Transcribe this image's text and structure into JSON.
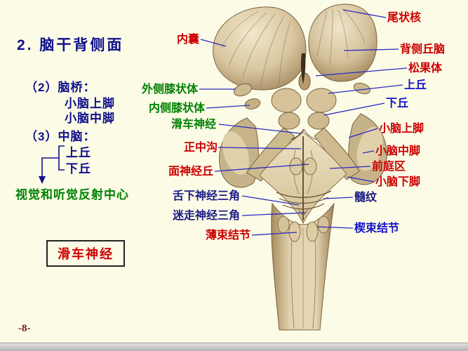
{
  "slide": {
    "title": "2. 脑干背侧面",
    "page_number": "-8-"
  },
  "outline": {
    "pons_heading": "（2）脑桥：",
    "pons_items": [
      "小脑上脚",
      "小脑中脚"
    ],
    "midbrain_heading": "（3）中脑：",
    "midbrain_items": [
      "上丘",
      "下丘"
    ],
    "reflex_center": "视觉和听觉反射中心",
    "boxed_label": "滑车神经"
  },
  "figure_labels": {
    "left": [
      {
        "text": "内囊",
        "color": "red"
      },
      {
        "text": "外侧膝状体",
        "color": "green"
      },
      {
        "text": "内侧膝状体",
        "color": "green"
      },
      {
        "text": "滑车神经",
        "color": "green"
      },
      {
        "text": "正中沟",
        "color": "red"
      },
      {
        "text": "面神经丘",
        "color": "red"
      },
      {
        "text": "舌下神经三角",
        "color": "navy"
      },
      {
        "text": "迷走神经三角",
        "color": "navy"
      },
      {
        "text": "薄束结节",
        "color": "red"
      }
    ],
    "right": [
      {
        "text": "尾状核",
        "color": "red"
      },
      {
        "text": "背侧丘脑",
        "color": "red"
      },
      {
        "text": "松果体",
        "color": "red"
      },
      {
        "text": "上丘",
        "color": "blue"
      },
      {
        "text": "下丘",
        "color": "blue"
      },
      {
        "text": "小脑上脚",
        "color": "red"
      },
      {
        "text": "小脑中脚",
        "color": "red"
      },
      {
        "text": "前庭区",
        "color": "red"
      },
      {
        "text": "小脑下脚",
        "color": "red"
      },
      {
        "text": "髓纹",
        "color": "navy"
      },
      {
        "text": "楔束结节",
        "color": "blue"
      }
    ]
  },
  "colors": {
    "background": "#FBFBE6",
    "red": "#CC0000",
    "green": "#008000",
    "blue": "#1414CC",
    "navy": "#1A1A86",
    "title": "#10108C",
    "leader_line": "#2A2AC0",
    "page_number": "#7B1212"
  }
}
